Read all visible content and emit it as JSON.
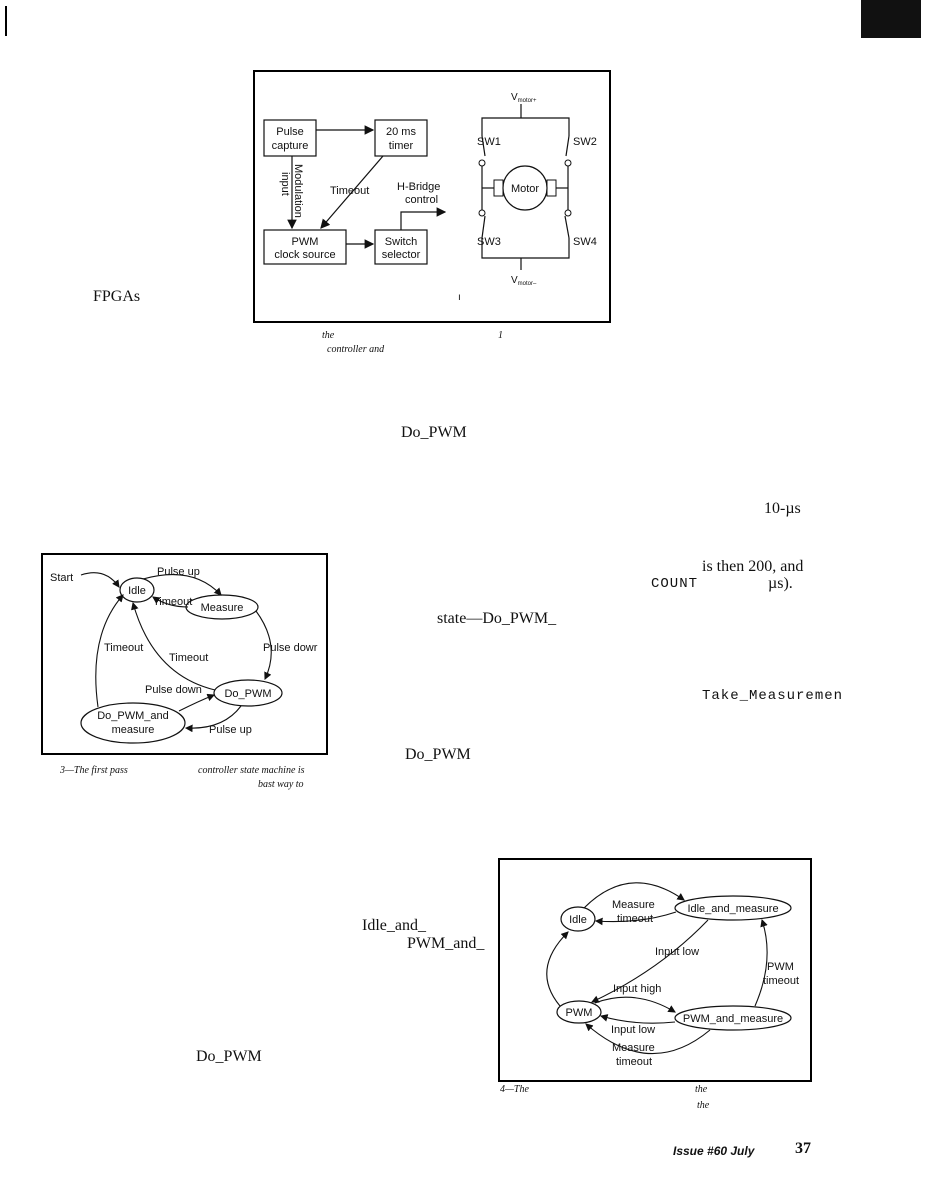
{
  "figure1": {
    "boxes": {
      "pulse_capture": [
        "Pulse",
        "capture"
      ],
      "timer_20ms": [
        "20 ms",
        "timer"
      ],
      "pwm_clock": [
        "PWM",
        "clock source"
      ],
      "switch_selector": [
        "Switch",
        "selector"
      ]
    },
    "labels": {
      "modulation_input": [
        "Modulation",
        "input"
      ],
      "timeout": "Timeout",
      "hbridge": [
        "H-Bridge",
        "control"
      ],
      "vmotor_plus": "V",
      "vmotor_plus_sub": "motor+",
      "vmotor_minus": "V",
      "vmotor_minus_sub": "motor–",
      "sw1": "SW1",
      "sw2": "SW2",
      "sw3": "SW3",
      "sw4": "SW4",
      "motor": "Motor"
    },
    "caption": {
      "frag1": "the",
      "frag2": "1",
      "frag3": "controller and"
    }
  },
  "figure3": {
    "states": {
      "idle": "Idle",
      "measure": "Measure",
      "do_pwm": "Do_PWM",
      "do_pwm_and_measure": [
        "Do_PWM_and",
        "measure"
      ]
    },
    "transitions": {
      "start": "Start",
      "pulse_up_top": "Pulse up",
      "timeout_idle_measure": "Timeout",
      "pulse_down_right": "Pulse dowr",
      "timeout_left": "Timeout",
      "timeout_mid": "Timeout",
      "pulse_down_bottom": "Pulse down",
      "pulse_up_bottom": "Pulse up"
    },
    "caption": {
      "part1": "3—The first pass",
      "part2": "controller state machine is",
      "part3": "bast way to"
    }
  },
  "figure4": {
    "states": {
      "idle": "Idle",
      "idle_and_measure": "Idle_and_measure",
      "pwm": "PWM",
      "pwm_and_measure": "PWM_and_measure"
    },
    "transitions": {
      "measure_timeout_top": [
        "Measure",
        "timeout"
      ],
      "input_low_diag": "Input low",
      "pwm_timeout": [
        "PWM",
        "timeout"
      ],
      "input_high": "Input high",
      "input_low_bottom": "Input low",
      "measure_timeout_bottom": [
        "Measure",
        "timeout"
      ]
    },
    "caption": {
      "part1": "4—The",
      "part2": "the",
      "part3": "the"
    }
  },
  "text_fragments": {
    "fpgas": "FPGAs",
    "do_pwm_1": "Do_PWM",
    "ten_us": "10-µs",
    "is_then": "is then 200, and",
    "count": "COUNT",
    "us_close": "µs).",
    "state_do_pwm": "state—Do_PWM_",
    "take_measurement": "Take_Measuremen",
    "do_pwm_2": "Do_PWM",
    "idle_and": "Idle_and_",
    "pwm_and": "PWM_and_",
    "do_pwm_3": "Do_PWM",
    "tick": "ı"
  },
  "footer": {
    "issue": "Issue #60 July",
    "page": "37"
  }
}
